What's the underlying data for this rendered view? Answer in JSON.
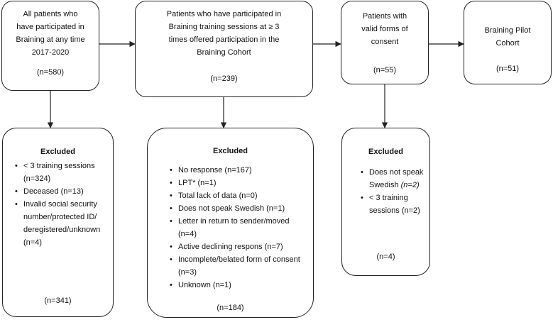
{
  "top_boxes": [
    {
      "lines": [
        "All patients who",
        "have participated in",
        "Braining at any time",
        "2017-2020"
      ],
      "count": "(n=580)"
    },
    {
      "lines": [
        "Patients who have participated in",
        "Braining training sessions at ≥ 3",
        "times offered participation in the",
        "Braining Cohort"
      ],
      "count": "(n=239)"
    },
    {
      "lines": [
        "Patients with",
        "valid forms of",
        "consent"
      ],
      "count": "(n=55)"
    },
    {
      "lines": [
        "Braining Pilot",
        "Cohort"
      ],
      "count": "(n=51)"
    }
  ],
  "excluded_boxes": [
    {
      "heading": "Excluded",
      "items": [
        "< 3 training sessions (n=324)",
        "Deceased (n=13)",
        "Invalid social security number/protected ID/ deregistered/unknown (n=4)"
      ],
      "total": "(n=341)"
    },
    {
      "heading": "Excluded",
      "items": [
        "No response (n=167)",
        "LPT* (n=1)",
        "Total  lack of data  (n=0)",
        "Does not speak Swedish (n=1)",
        "Letter in return to sender/moved (n=4)",
        "Active declining respons (n=7)",
        "Incomplete/belated form of consent (n=3)",
        "Unknown (n=1)"
      ],
      "total": "(n=184)"
    },
    {
      "heading": "Excluded",
      "items_rich": [
        {
          "text": "Does not speak Swedish ",
          "emph": "(n=2)"
        },
        {
          "text": "< 3 training sessions (n=2)",
          "emph": ""
        }
      ],
      "total": "(n=4)"
    }
  ]
}
